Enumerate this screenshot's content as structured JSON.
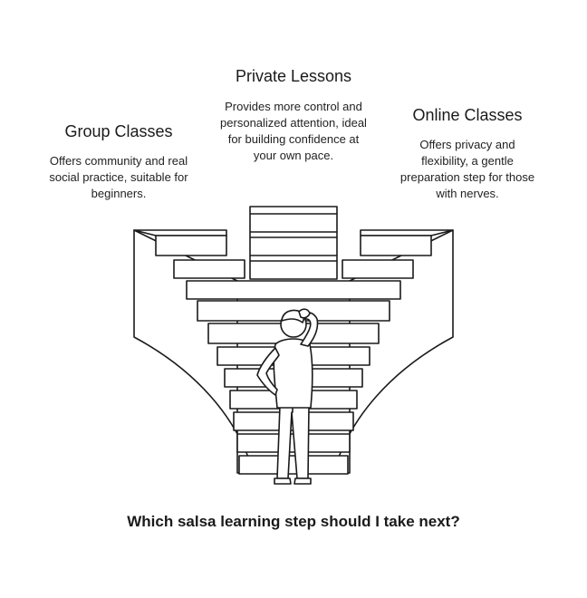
{
  "options": {
    "private_lessons": {
      "title": "Private Lessons",
      "description": "Provides more control and personalized attention, ideal for building confidence at your own pace."
    },
    "group_classes": {
      "title": "Group Classes",
      "description": "Offers community and real social practice, suitable for beginners."
    },
    "online_classes": {
      "title": "Online Classes",
      "description": "Offers privacy and flexibility, a gentle preparation step for those with nerves."
    }
  },
  "question": "Which salsa learning step should I take next?",
  "colors": {
    "stroke": "#1a1a1a",
    "background": "#ffffff"
  }
}
